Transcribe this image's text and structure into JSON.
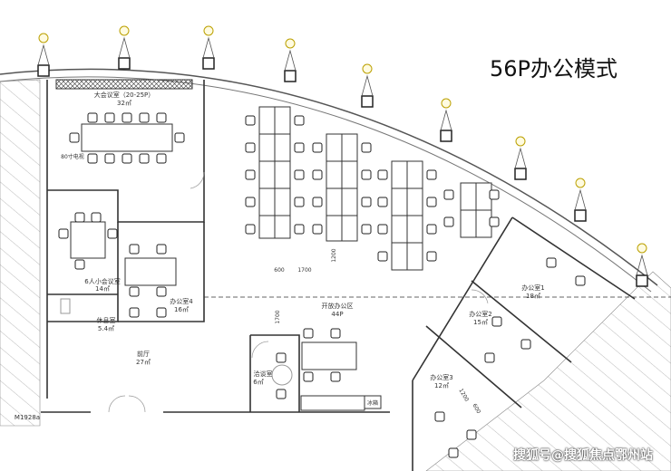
{
  "title": "56P办公模式",
  "watermark": "搜狐号@搜狐焦点鄂州站",
  "rooms": {
    "big_meeting": {
      "name": "大会议室（20-25P）",
      "area": "32㎡"
    },
    "small_meeting": {
      "name": "6人小会议室",
      "area": "14㎡"
    },
    "rest": {
      "name": "休息室",
      "area": "5.4㎡"
    },
    "lobby": {
      "name": "前厅",
      "area": "27㎡"
    },
    "office4": {
      "name": "办公室4",
      "area": "16㎡"
    },
    "open_office": {
      "name": "开放办公区",
      "area": "44P"
    },
    "negotiation": {
      "name": "洽谈室",
      "area": "6㎡"
    },
    "office1": {
      "name": "办公室1",
      "area": "18㎡"
    },
    "office2": {
      "name": "办公室2",
      "area": "15㎡"
    },
    "office3": {
      "name": "办公室3",
      "area": "12㎡"
    }
  },
  "labels": {
    "fridge": "冰箱",
    "door_code": "M1928a",
    "tv": "80寸电视"
  },
  "dimensions": {
    "desk_depth": "600",
    "desk_width": "1700",
    "desk_len": "1200",
    "aisle": "1700",
    "office3_len": "1200",
    "office3_depth": "600"
  }
}
